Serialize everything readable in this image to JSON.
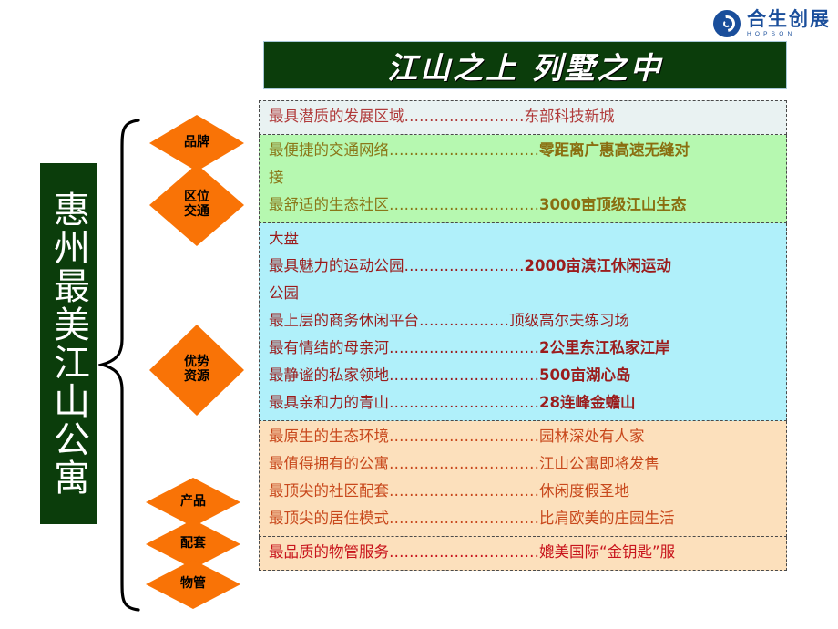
{
  "logo": {
    "brand_cn": "合生创展",
    "brand_en": "HOPSON",
    "mark": "spiral-logo-icon",
    "color": "#1A4E9B"
  },
  "banner": {
    "title": "江山之上 列墅之中",
    "bg": "#0B3D0B",
    "text_color": "#FFFFFF"
  },
  "vertical_label": {
    "text": "惠州最美江山公寓",
    "bg": "#0B3D0B"
  },
  "brace": {
    "shape": "left-curly-brace"
  },
  "diamonds": [
    {
      "id": "brand",
      "label": "品牌",
      "color": "#F97306"
    },
    {
      "id": "location",
      "label": "区位\n交通",
      "color": "#F97306"
    },
    {
      "id": "resource",
      "label": "优势\n资源",
      "color": "#F97306"
    },
    {
      "id": "product",
      "label": "产品",
      "color": "#F97306"
    },
    {
      "id": "facility",
      "label": "配套",
      "color": "#F97306"
    },
    {
      "id": "property",
      "label": "物管",
      "color": "#F97306"
    }
  ],
  "blocks": {
    "brand": {
      "bg": "#E9F2F2",
      "text_color": "#B03A3A",
      "lines": [
        {
          "label": "最具潜质的发展区域",
          "dots": "……………………",
          "value": "东部科技新城"
        }
      ]
    },
    "location": {
      "bg": "#B6F8B0",
      "text_color": "#8A7718",
      "lines": [
        {
          "label": "最便捷的交通网络",
          "dots": "…………………………",
          "value": "零距离广惠高速无缝对"
        },
        {
          "label": "",
          "dots": "",
          "value": "",
          "continuation": "接"
        },
        {
          "label": "最舒适的生态社区",
          "dots": "…………………………",
          "value": "3000亩顶级江山生态"
        }
      ]
    },
    "resource": {
      "bg": "#B0F0FA",
      "text_color": "#9B1C1C",
      "lines": [
        {
          "label": "",
          "dots": "",
          "value": "",
          "continuation": "大盘"
        },
        {
          "label": "最具魅力的运动公园",
          "dots": "……………………",
          "value": "2000亩滨江休闲运动"
        },
        {
          "label": "",
          "dots": "",
          "value": "",
          "continuation": "公园"
        },
        {
          "label": "最上层的商务休闲平台",
          "dots": "………………",
          "value": "顶级高尔夫练习场"
        },
        {
          "label": "最有情结的母亲河",
          "dots": "…………………………",
          "value": "2公里东江私家江岸"
        },
        {
          "label": "最静谧的私家领地",
          "dots": "…………………………",
          "value": "500亩湖心岛"
        },
        {
          "label": "最具亲和力的青山",
          "dots": "…………………………",
          "value": "28连峰金蟾山"
        }
      ]
    },
    "product": {
      "bg": "#FCE0BC",
      "text_color": "#C8481C",
      "lines": [
        {
          "label": "最原生的生态环境",
          "dots": "…………………………",
          "value": "园林深处有人家"
        },
        {
          "label": "最值得拥有的公寓",
          "dots": "…………………………",
          "value": "江山公寓即将发售"
        },
        {
          "label": "最顶尖的社区配套",
          "dots": "…………………………",
          "value": "休闲度假圣地"
        },
        {
          "label": "最顶尖的居住模式",
          "dots": "…………………………",
          "value": "比肩欧美的庄园生活"
        }
      ]
    },
    "property": {
      "bg": "#FCE0BC",
      "text_color": "#C8141C",
      "lines": [
        {
          "label": "最品质的物管服务",
          "dots": "…………………………",
          "value": "媲美国际“金钥匙”服"
        }
      ]
    }
  }
}
